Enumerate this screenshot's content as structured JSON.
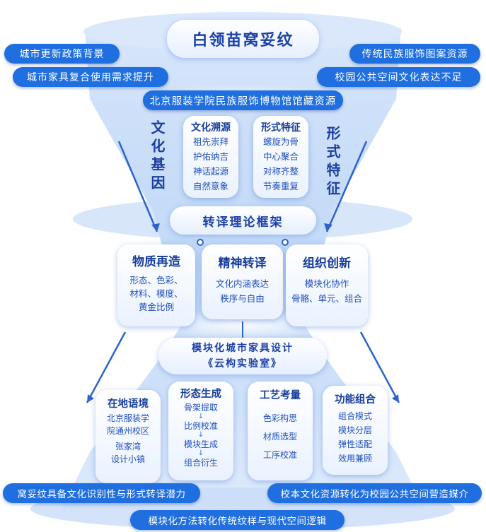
{
  "title": "白领苗窝妥纹",
  "context_left": [
    "城市更新政策背景",
    "城市家具复合使用需求提升"
  ],
  "context_right": [
    "传统民族服饰图案资源",
    "校园公共空间文化表达不足"
  ],
  "resource": "北京服装学院民族服饰博物馆馆藏资源",
  "side_left": "文化基因",
  "side_right": "形式特征",
  "box_culture": {
    "title": "文化溯源",
    "items": [
      "祖先崇拜",
      "护佑纳吉",
      "神话起源",
      "自然意象"
    ]
  },
  "box_form": {
    "title": "形式特征",
    "items": [
      "螺旋为骨",
      "中心聚合",
      "对称齐整",
      "节奏重复"
    ]
  },
  "framework": "转译理论框架",
  "translation": [
    {
      "title": "物质再造",
      "lines": [
        "形态、色彩、",
        "材料、模度、",
        "黄金比例"
      ]
    },
    {
      "title": "精神转译",
      "lines": [
        "文化内涵表达",
        "秩序与自由"
      ]
    },
    {
      "title": "组织创新",
      "lines": [
        "模块化协作",
        "骨骼、单元、组合"
      ]
    }
  ],
  "design_line1": "模块化城市家具设计",
  "design_line2": "《云构实验室》",
  "design_boxes": {
    "site": {
      "title": "在地语境",
      "lines": [
        "北京服装学",
        "院通州校区"
      ],
      "extra": [
        "张家湾",
        "设计小镇"
      ]
    },
    "form": {
      "title": "形态生成",
      "steps": [
        "骨架提取",
        "比例校准",
        "模块生成",
        "组合衍生"
      ],
      "arrow": "↓"
    },
    "craft": {
      "title": "工艺考量",
      "lines": [
        "色彩构思",
        "材质选型",
        "工序校准"
      ]
    },
    "function": {
      "title": "功能组合",
      "lines": [
        "组合模式",
        "模块分层",
        "弹性适配",
        "效用兼顾"
      ]
    }
  },
  "outcomes": {
    "left": "窝妥纹具备文化识别性与形式转译潜力",
    "right": "校本文化资源转化为校园公共空间营造媒介",
    "bottom": "模块化方法转化传统纹样与现代空间逻辑"
  },
  "colors": {
    "primary": "#1f6fe0",
    "dark_text": "#163c9c",
    "funnel": "#bcd6f7"
  }
}
